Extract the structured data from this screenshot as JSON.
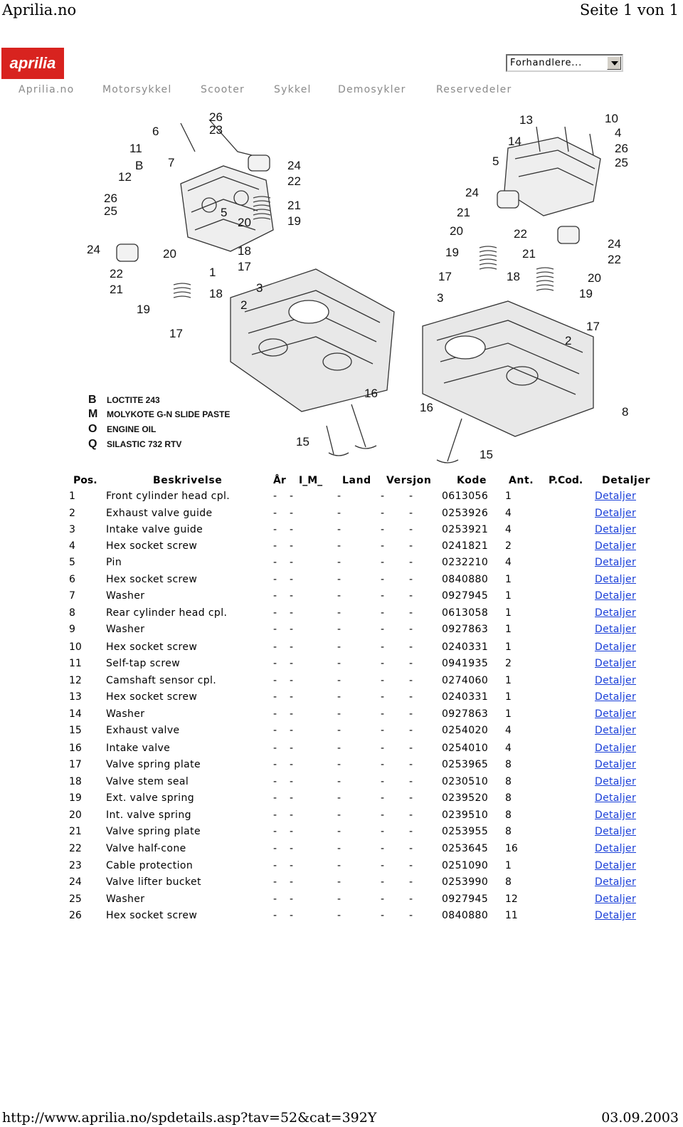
{
  "print_header": {
    "site": "Aprilia.no",
    "page": "Seite 1 von 1"
  },
  "logo": {
    "text": "aprilia"
  },
  "dealer_select": {
    "selected": "Forhandlere..."
  },
  "nav": [
    "Aprilia.no",
    "Motorsykkel",
    "Scooter",
    "Sykkel",
    "Demosykler",
    "Reservedeler"
  ],
  "legend": [
    {
      "key": "B",
      "text": "LOCTITE 243"
    },
    {
      "key": "M",
      "text": "MOLYKOTE G-N SLIDE PASTE"
    },
    {
      "key": "O",
      "text": "ENGINE OIL"
    },
    {
      "key": "Q",
      "text": "SILASTIC 732 RTV"
    }
  ],
  "table": {
    "headers": [
      "Pos.",
      "Beskrivelse",
      "År",
      "I_M_",
      "Land",
      "Versjon",
      "Kode",
      "Ant.",
      "P.Cod.",
      "Detaljer"
    ],
    "rows": [
      [
        "1",
        "Front cylinder head cpl.",
        "-",
        "-",
        "-",
        "-",
        "-",
        "0613056",
        "1",
        "Detaljer"
      ],
      [
        "2",
        "Exhaust valve guide",
        "-",
        "-",
        "-",
        "-",
        "-",
        "0253926",
        "4",
        "Detaljer"
      ],
      [
        "3",
        "Intake valve guide",
        "-",
        "-",
        "-",
        "-",
        "-",
        "0253921",
        "4",
        "Detaljer"
      ],
      [
        "4",
        "Hex socket screw",
        "-",
        "-",
        "-",
        "-",
        "-",
        "0241821",
        "2",
        "Detaljer"
      ],
      [
        "5",
        "Pin",
        "-",
        "-",
        "-",
        "-",
        "-",
        "0232210",
        "4",
        "Detaljer"
      ],
      [
        "6",
        "Hex socket screw",
        "-",
        "-",
        "-",
        "-",
        "-",
        "0840880",
        "1",
        "Detaljer"
      ],
      [
        "7",
        "Washer",
        "-",
        "-",
        "-",
        "-",
        "-",
        "0927945",
        "1",
        "Detaljer"
      ],
      [
        "8",
        "Rear cylinder head cpl.",
        "-",
        "-",
        "-",
        "-",
        "-",
        "0613058",
        "1",
        "Detaljer"
      ],
      [
        "9",
        "Washer",
        "-",
        "-",
        "-",
        "-",
        "-",
        "0927863",
        "1",
        "Detaljer"
      ],
      [
        "10",
        "Hex socket screw",
        "-",
        "-",
        "-",
        "-",
        "-",
        "0240331",
        "1",
        "Detaljer"
      ],
      [
        "11",
        "Self-tap screw",
        "-",
        "-",
        "-",
        "-",
        "-",
        "0941935",
        "2",
        "Detaljer"
      ],
      [
        "12",
        "Camshaft sensor cpl.",
        "-",
        "-",
        "-",
        "-",
        "-",
        "0274060",
        "1",
        "Detaljer"
      ],
      [
        "13",
        "Hex socket screw",
        "-",
        "-",
        "-",
        "-",
        "-",
        "0240331",
        "1",
        "Detaljer"
      ],
      [
        "14",
        "Washer",
        "-",
        "-",
        "-",
        "-",
        "-",
        "0927863",
        "1",
        "Detaljer"
      ],
      [
        "15",
        "Exhaust valve",
        "-",
        "-",
        "-",
        "-",
        "-",
        "0254020",
        "4",
        "Detaljer"
      ],
      [
        "16",
        "Intake valve",
        "-",
        "-",
        "-",
        "-",
        "-",
        "0254010",
        "4",
        "Detaljer"
      ],
      [
        "17",
        "Valve spring plate",
        "-",
        "-",
        "-",
        "-",
        "-",
        "0253965",
        "8",
        "Detaljer"
      ],
      [
        "18",
        "Valve stem seal",
        "-",
        "-",
        "-",
        "-",
        "-",
        "0230510",
        "8",
        "Detaljer"
      ],
      [
        "19",
        "Ext. valve spring",
        "-",
        "-",
        "-",
        "-",
        "-",
        "0239520",
        "8",
        "Detaljer"
      ],
      [
        "20",
        "Int. valve spring",
        "-",
        "-",
        "-",
        "-",
        "-",
        "0239510",
        "8",
        "Detaljer"
      ],
      [
        "21",
        "Valve spring plate",
        "-",
        "-",
        "-",
        "-",
        "-",
        "0253955",
        "8",
        "Detaljer"
      ],
      [
        "22",
        "Valve half-cone",
        "-",
        "-",
        "-",
        "-",
        "-",
        "0253645",
        "16",
        "Detaljer"
      ],
      [
        "23",
        "Cable protection",
        "-",
        "-",
        "-",
        "-",
        "-",
        "0251090",
        "1",
        "Detaljer"
      ],
      [
        "24",
        "Valve lifter bucket",
        "-",
        "-",
        "-",
        "-",
        "-",
        "0253990",
        "8",
        "Detaljer"
      ],
      [
        "25",
        "Washer",
        "-",
        "-",
        "-",
        "-",
        "-",
        "0927945",
        "12",
        "Detaljer"
      ],
      [
        "26",
        "Hex socket screw",
        "-",
        "-",
        "-",
        "-",
        "-",
        "0840880",
        "11",
        "Detaljer"
      ]
    ]
  },
  "print_footer": {
    "url": "http://www.aprilia.no/spdetails.asp?tav=52&cat=392Y",
    "date": "03.09.2003"
  },
  "colors": {
    "brand_red": "#d8231f",
    "link_blue": "#1a3fd8",
    "nav_gray": "#8a8a8a"
  }
}
